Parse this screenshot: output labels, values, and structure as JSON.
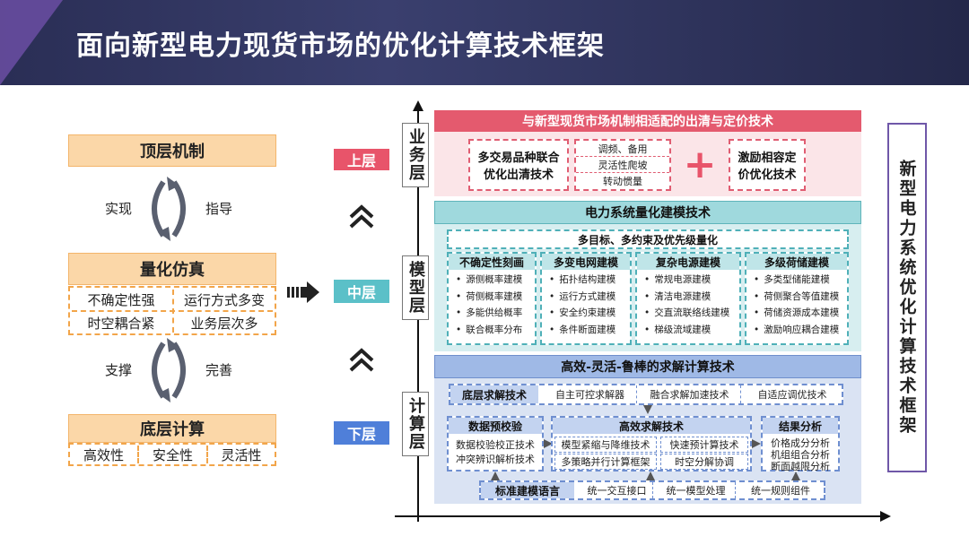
{
  "title": "面向新型电力现货市场的优化计算技术框架",
  "left": {
    "top_head": "顶层机制",
    "cycle1_left": "实现",
    "cycle1_right": "指导",
    "mid_head": "量化仿真",
    "mid_cells": [
      "不确定性强",
      "运行方式多变",
      "时空耦合紧",
      "业务层次多"
    ],
    "cycle2_left": "支撑",
    "cycle2_right": "完善",
    "bot_head": "底层计算",
    "bot_cells": [
      "高效性",
      "安全性",
      "灵活性"
    ]
  },
  "tags": {
    "top": "上层",
    "mid": "中层",
    "bot": "下层"
  },
  "layers": {
    "business": "业务层",
    "model": "模型层",
    "compute": "计算层"
  },
  "right_title": "新型电力系统优化计算技术框架",
  "top_section": {
    "bar": "与新型现货市场机制相适配的出清与定价技术",
    "box1": "多交易品种联合优化出清技术",
    "small": [
      "调频、备用",
      "灵活性爬坡",
      "转动惯量"
    ],
    "plus": "+",
    "box2": "激励相容定价优化技术"
  },
  "mid_section": {
    "bar": "电力系统量化建模技术",
    "sub": "多目标、多约束及优先级量化",
    "columns": [
      {
        "head": "不确定性刻画",
        "items": [
          "源侧概率建模",
          "荷侧概率建模",
          "多能供给概率",
          "联合概率分布"
        ]
      },
      {
        "head": "多变电网建模",
        "items": [
          "拓扑结构建模",
          "运行方式建模",
          "安全约束建模",
          "条件断面建模"
        ]
      },
      {
        "head": "复杂电源建模",
        "items": [
          "常规电源建模",
          "清洁电源建模",
          "交直流联络线建模",
          "梯级流域建模"
        ]
      },
      {
        "head": "多级荷储建模",
        "items": [
          "多类型储能建模",
          "荷侧聚合等值建模",
          "荷储资源成本建模",
          "激励响应耦合建模"
        ]
      }
    ]
  },
  "bot_section": {
    "bar": "高效-灵活-鲁棒的求解计算技术",
    "row1_label": "底层求解技术",
    "row1_items": [
      "自主可控求解器",
      "融合求解加速技术",
      "自适应调优技术"
    ],
    "pre_head": "数据预校验",
    "pre_items": [
      "数据校验校正技术",
      "冲突辨识解析技术"
    ],
    "solve_head": "高效求解技术",
    "solve_items": [
      "模型紧缩与降维技术",
      "快速预计算技术",
      "多策略并行计算框架",
      "时空分解协调"
    ],
    "ana_head": "结果分析",
    "ana_items": [
      "价格成分分析",
      "机组组合分析",
      "断面越限分析"
    ],
    "std_label": "标准建模语言",
    "std_items": [
      "统一交互接口",
      "统一模型处理",
      "统一规则组件"
    ]
  }
}
